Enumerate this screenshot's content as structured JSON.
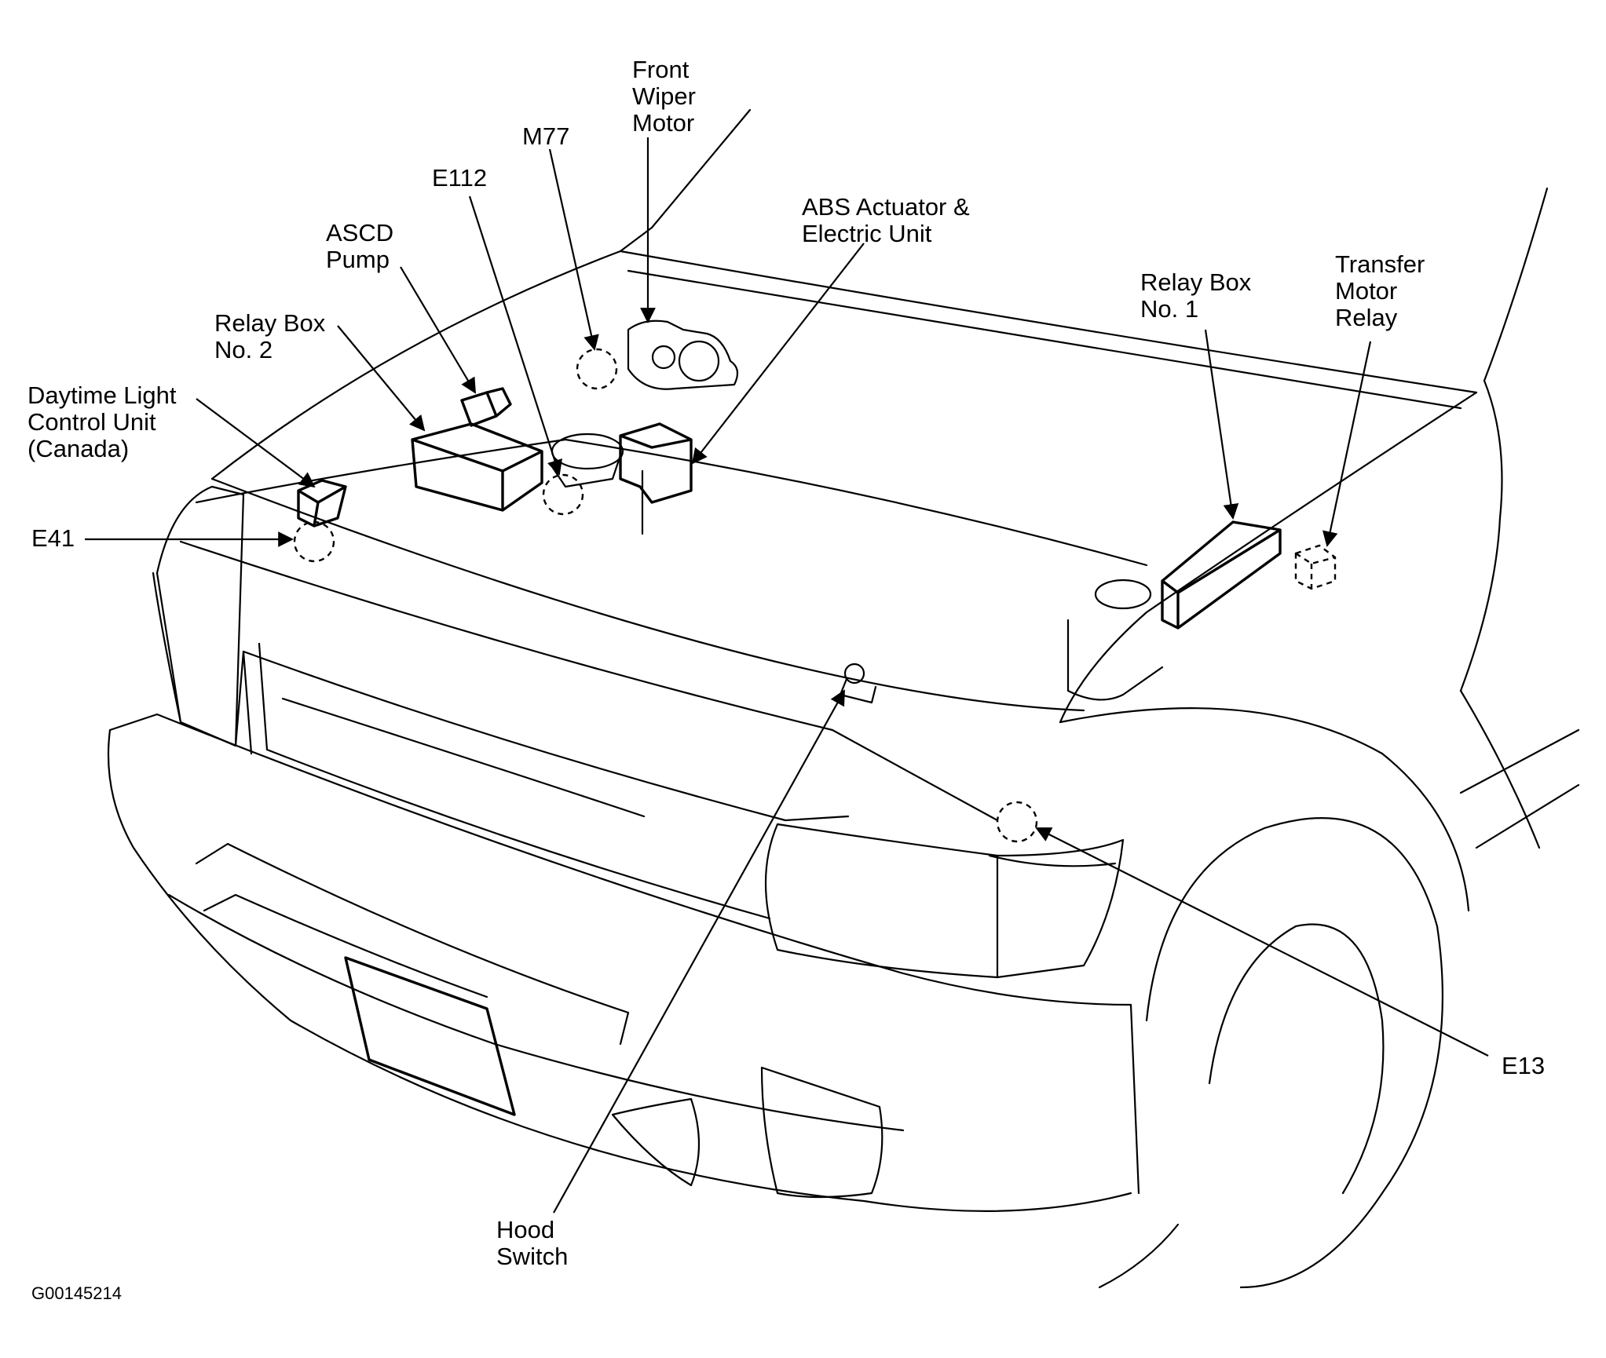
{
  "labels": {
    "front_wiper_motor": "Front\nWiper\nMotor",
    "m77": "M77",
    "e112": "E112",
    "abs_actuator": "ABS Actuator &\nElectric Unit",
    "ascd_pump": "ASCD\nPump",
    "relay_box_2": "Relay Box\nNo. 2",
    "daytime_light": "Daytime Light\nControl Unit\n(Canada)",
    "e41": "E41",
    "relay_box_1": "Relay Box\nNo. 1",
    "transfer_motor_relay": "Transfer\nMotor\nRelay",
    "e13": "E13",
    "hood_switch": "Hood\nSwitch"
  },
  "figure_code": "G00145214"
}
